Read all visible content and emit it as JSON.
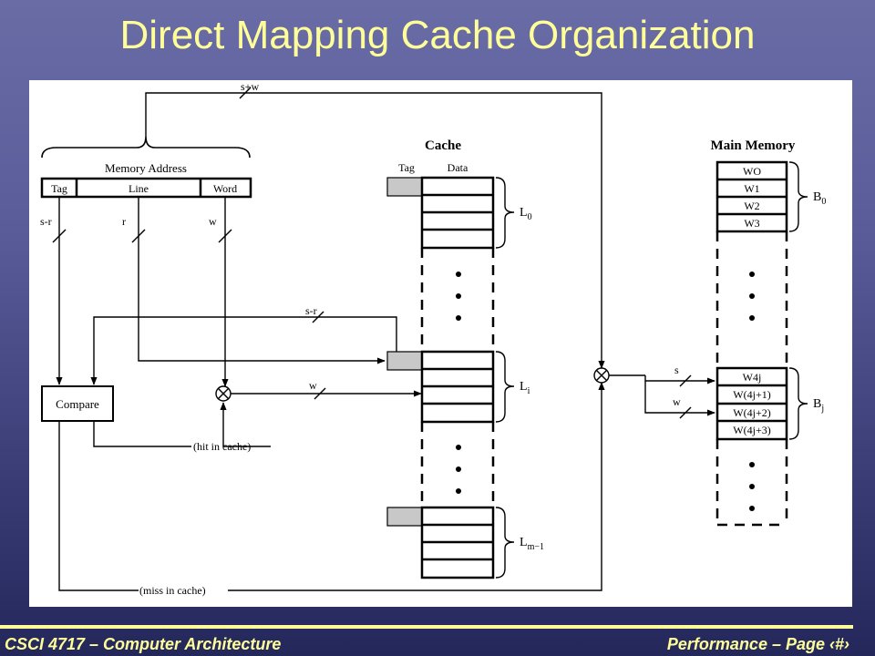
{
  "slide": {
    "title": "Direct Mapping Cache Organization",
    "footer_left": "CSCI 4717 – Computer Architecture",
    "footer_right": "Performance – Page ‹#›"
  },
  "diagram": {
    "top_bus_label": "s+w",
    "memory_address_label": "Memory Address",
    "field_tag": "Tag",
    "field_line": "Line",
    "field_word": "Word",
    "bus_s_r": "s-r",
    "bus_r": "r",
    "bus_w": "w",
    "compare_label": "Compare",
    "bus_s_r_mid": "s-r",
    "bus_w_mid": "w",
    "hit_label": "(hit in cache)",
    "miss_label": "(miss in cache)",
    "cache_title": "Cache",
    "cache_tag_header": "Tag",
    "cache_data_header": "Data",
    "line_l0": "L",
    "line_l0_sub": "0",
    "line_li": "L",
    "line_li_sub": "i",
    "line_lm1": "L",
    "line_lm1_sub": "m−1",
    "mm_title": "Main Memory",
    "mm_words_b0": [
      "WO",
      "W1",
      "W2",
      "W3"
    ],
    "mm_words_bj": [
      "W4j",
      "W(4j+1)",
      "W(4j+2)",
      "W(4j+3)"
    ],
    "block_b0": "B",
    "block_b0_sub": "0",
    "block_bj": "B",
    "block_bj_sub": "j",
    "bus_s_right": "s",
    "bus_w_right": "w"
  }
}
